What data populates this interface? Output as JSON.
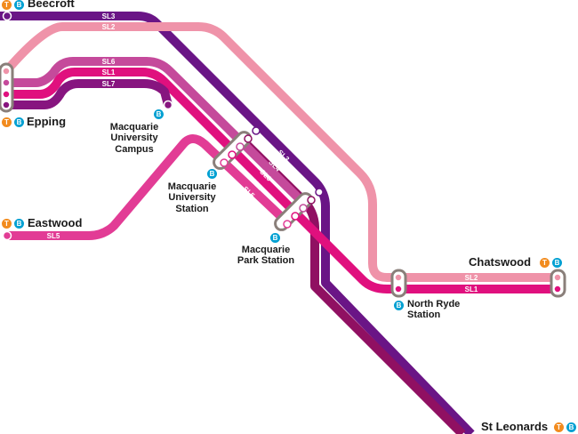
{
  "colors": {
    "SL1": "#e0107e",
    "SL2": "#ef93a9",
    "SL3": "#6a1586",
    "SL4": "#901062",
    "SL5": "#e23c95",
    "SL6": "#c54a9b",
    "SL7": "#87157f",
    "interchange": "#8a7f7a",
    "train_badge": "#f28b1e",
    "bus_badge": "#00a0d2"
  },
  "routes": {
    "sl1": "SL1",
    "sl2": "SL2",
    "sl3": "SL3",
    "sl4": "SL4",
    "sl5": "SL5",
    "sl6": "SL6",
    "sl7": "SL7"
  },
  "badges": {
    "train": "T",
    "bus": "B"
  },
  "stations": {
    "beecroft": "Beecroft",
    "epping": "Epping",
    "eastwood": "Eastwood",
    "mq_campus": [
      "Macquarie",
      "University",
      "Campus"
    ],
    "mq_station": [
      "Macquarie",
      "University",
      "Station"
    ],
    "mq_park": [
      "Macquarie",
      "Park Station"
    ],
    "north_ryde": [
      "North Ryde",
      "Station"
    ],
    "chatswood": "Chatswood",
    "st_leonards": "St Leonards"
  }
}
